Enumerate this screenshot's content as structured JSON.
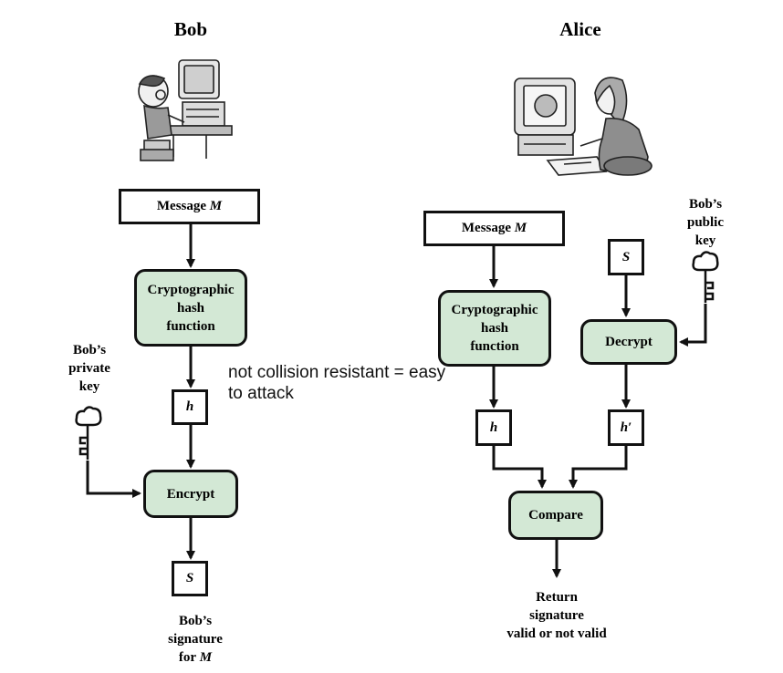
{
  "bob": {
    "title": "Bob",
    "message_label": "Message",
    "message_var": "M",
    "hash_box": "Cryptographic\nhash\nfunction",
    "hash_out": "h",
    "encrypt_box": "Encrypt",
    "sig_out": "S",
    "private_key_label": "Bob’s\nprivate\nkey",
    "signature_label": "Bob’s\nsignature\nfor",
    "signature_var": "M"
  },
  "alice": {
    "title": "Alice",
    "message_label": "Message",
    "message_var": "M",
    "sig_in": "S",
    "public_key_label": "Bob’s\npublic\nkey",
    "hash_box": "Cryptographic\nhash\nfunction",
    "decrypt_box": "Decrypt",
    "hash_out": "h",
    "decrypted_out": "h′",
    "compare_box": "Compare",
    "result_label": "Return\nsignature\nvalid or not valid"
  },
  "annotation": {
    "text": "not collision resistant = easy\nto attack"
  },
  "colors": {
    "box_fill": "#d3e8d5",
    "stroke": "#111111"
  },
  "icons": [
    "bob-computer-user-illustration",
    "alice-computer-user-illustration",
    "key-icon"
  ]
}
